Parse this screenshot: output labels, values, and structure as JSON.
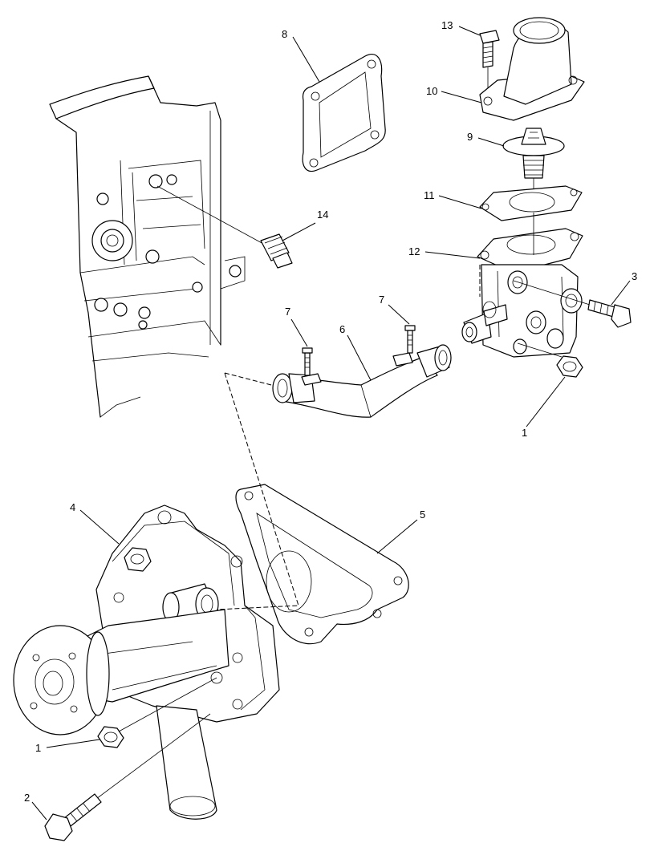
{
  "callouts": {
    "c1a": "1",
    "c1b": "1",
    "c2": "2",
    "c3": "3",
    "c4": "4",
    "c5": "5",
    "c6": "6",
    "c7a": "7",
    "c7b": "7",
    "c8": "8",
    "c9": "9",
    "c10": "10",
    "c11": "11",
    "c12": "12",
    "c13": "13",
    "c14": "14"
  }
}
